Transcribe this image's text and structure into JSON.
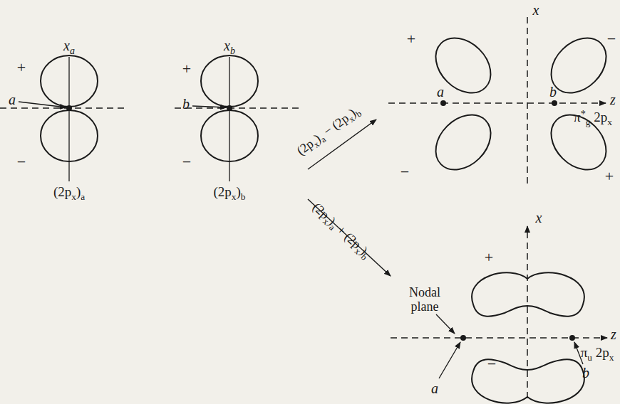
{
  "diagram": {
    "labels": [
      "xa",
      "+",
      "a",
      "−",
      "(2px)a",
      "xb",
      "+",
      "b",
      "−",
      "(2px)b",
      "(2px)a − (2px)b",
      "(2px)a + (2px)b",
      "x",
      "+",
      "−",
      "a",
      "b",
      "z",
      "π*g 2px",
      "−",
      "+",
      "x",
      "+",
      "Nodal plane",
      "z",
      "πu 2px",
      "−",
      "a",
      "b"
    ]
  }
}
